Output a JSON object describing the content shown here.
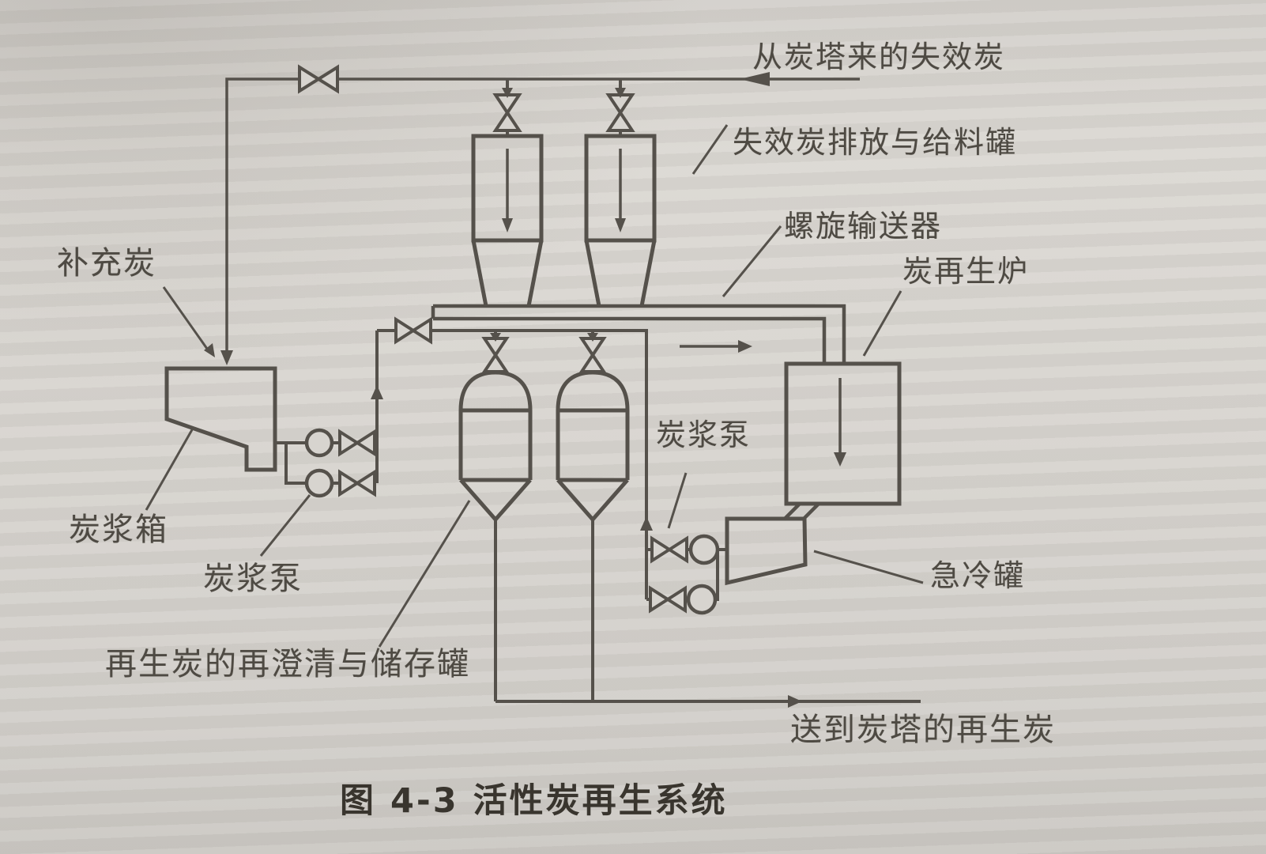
{
  "figure": {
    "caption": "图 4-3  活性炭再生系统"
  },
  "labels": {
    "spent_carbon_from_tower": "从炭塔来的失效炭",
    "spent_carbon_discharge_feed_tank": "失效炭排放与给料罐",
    "screw_conveyor": "螺旋输送器",
    "carbon_regeneration_furnace": "炭再生炉",
    "makeup_carbon": "补充炭",
    "carbon_slurry_tank": "炭浆箱",
    "carbon_slurry_pump_left": "炭浆泵",
    "carbon_slurry_pump_right": "炭浆泵",
    "reclarification_storage_tank": "再生炭的再澄清与储存罐",
    "quench_tank": "急冷罐",
    "regenerated_carbon_to_tower": "送到炭塔的再生炭"
  },
  "colors": {
    "line": "#55514b",
    "paper": "#d7d4cf",
    "text": "#4e4a43"
  }
}
